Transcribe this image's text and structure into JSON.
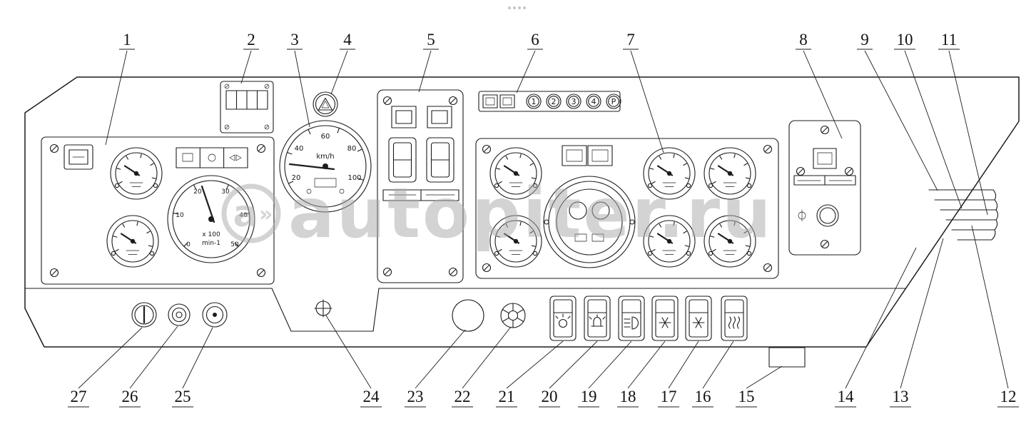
{
  "colors": {
    "background": "#ffffff",
    "line": "#1c1c1c",
    "watermark": "#a9a9a9"
  },
  "watermark": {
    "logo_letter": "a",
    "logo_arrow": "»",
    "text": "autopiter.ru"
  },
  "callouts": {
    "c1": "1",
    "c2": "2",
    "c3": "3",
    "c4": "4",
    "c5": "5",
    "c6": "6",
    "c7": "7",
    "c8": "8",
    "c9": "9",
    "c10": "10",
    "c11": "11",
    "c12": "12",
    "c13": "13",
    "c14": "14",
    "c15": "15",
    "c16": "16",
    "c17": "17",
    "c18": "18",
    "c19": "19",
    "c20": "20",
    "c21": "21",
    "c22": "22",
    "c23": "23",
    "c24": "24",
    "c25": "25",
    "c26": "26",
    "c27": "27"
  },
  "speedometer": {
    "unit": "km/h",
    "ticks": [
      "20",
      "40",
      "60",
      "80",
      "100"
    ]
  },
  "tachometer": {
    "scale": "x 100",
    "unit": "min-1",
    "ticks": [
      "0",
      "10",
      "20",
      "30",
      "40",
      "50"
    ]
  },
  "gear_indicator": {
    "labels": [
      "1",
      "2",
      "3",
      "4",
      "P"
    ]
  }
}
